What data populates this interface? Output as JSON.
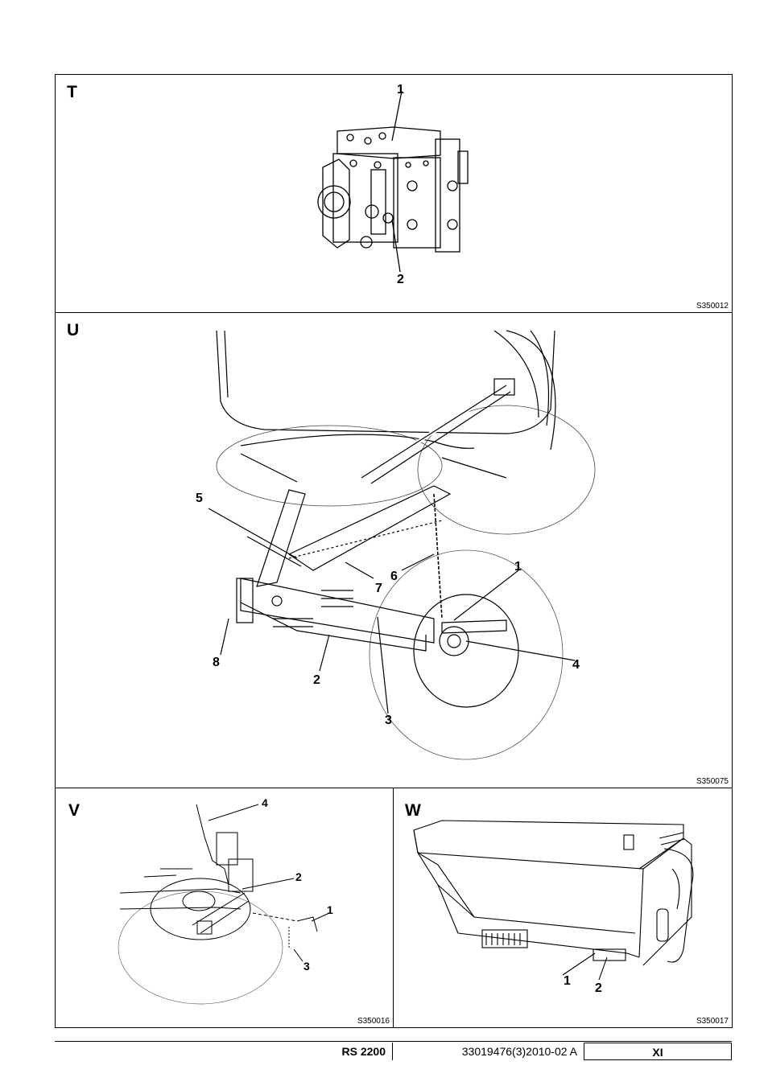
{
  "panels": {
    "t": {
      "label": "T",
      "code": "S350012",
      "callouts": [
        "1",
        "2"
      ]
    },
    "u": {
      "label": "U",
      "code": "S350075",
      "callouts": [
        "5",
        "7",
        "6",
        "1",
        "8",
        "2",
        "4",
        "3"
      ]
    },
    "v": {
      "label": "V",
      "code": "S350016",
      "callouts": [
        "4",
        "2",
        "1",
        "3"
      ]
    },
    "w": {
      "label": "W",
      "code": "S350017",
      "callouts": [
        "1",
        "2"
      ]
    }
  },
  "footer": {
    "model": "RS 2200",
    "doc_number": "33019476(3)2010-02 A",
    "page": "XI"
  }
}
